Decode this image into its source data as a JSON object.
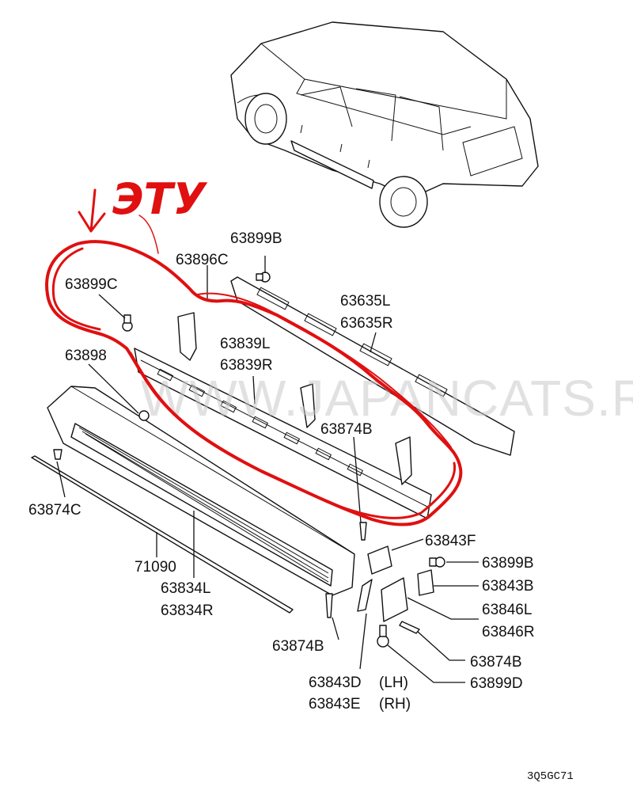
{
  "diagram": {
    "watermark": "WWW.JAPANCATS.RU",
    "handwritten_note": "ЭТУ",
    "figure_code": "3Q5GC71",
    "highlight_color": "#e01010",
    "labels": {
      "p63899B_top": "63899B",
      "p63896C": "63896C",
      "p63899C": "63899C",
      "p63635L": "63635L",
      "p63635R": "63635R",
      "p63839L": "63839L",
      "p63839R": "63839R",
      "p63898": "63898",
      "p63874B_mid": "63874B",
      "p63874C": "63874C",
      "p63843F": "63843F",
      "p63899B_right": "63899B",
      "p63843B": "63843B",
      "p71090": "71090",
      "p63846L": "63846L",
      "p63846R": "63846R",
      "p63834L": "63834L",
      "p63834R": "63834R",
      "p63874B_bottom": "63874B",
      "p63874B_right": "63874B",
      "p63899D": "63899D",
      "p63843D": "63843D",
      "p63843D_side": "(LH)",
      "p63843E": "63843E",
      "p63843E_side": "(RH)"
    }
  }
}
